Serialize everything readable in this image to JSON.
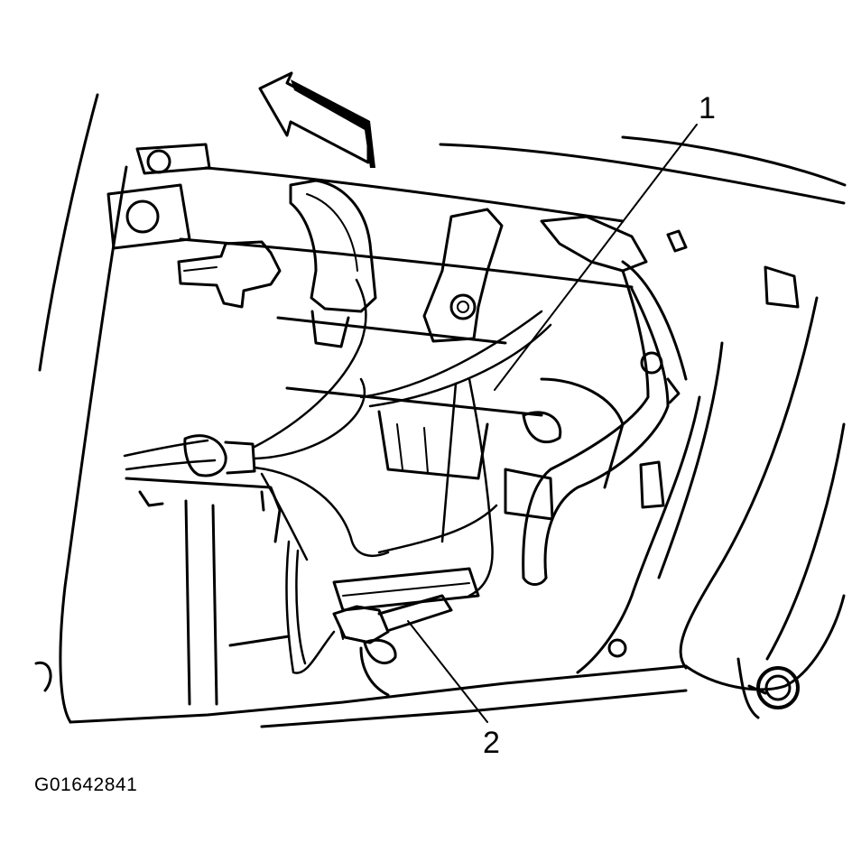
{
  "figure": {
    "id": "G01642841",
    "callouts": [
      {
        "label": "1"
      },
      {
        "label": "2"
      }
    ]
  },
  "icons": {
    "direction_arrow": "forward-arrow-icon"
  }
}
